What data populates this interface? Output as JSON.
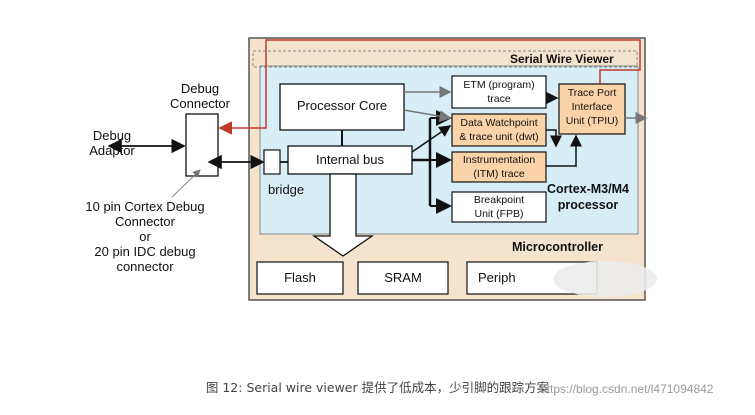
{
  "diagram": {
    "serial_wire_viewer": "Serial Wire Viewer",
    "debug_connector_line1": "Debug",
    "debug_connector_line2": "Connector",
    "debug_adaptor_line1": "Debug",
    "debug_adaptor_line2": "Adaptor",
    "connector_note": [
      "10 pin Cortex Debug",
      "Connector",
      "or",
      "20 pin IDC debug",
      "connector"
    ],
    "processor_core": "Processor Core",
    "internal_bus": "Internal bus",
    "bridge": "bridge",
    "etm_line1": "ETM (program)",
    "etm_line2": "trace",
    "dwt_line1": "Data Watchpoint",
    "dwt_line2": "& trace unit (dwt)",
    "itm_line1": "Instrumentation",
    "itm_line2": "(ITM) trace",
    "fpb_line1": "Breakpoint",
    "fpb_line2": "Unit (FPB)",
    "tpiu_line1": "Trace Port",
    "tpiu_line2": "Interface",
    "tpiu_line3": "Unit (TPIU)",
    "cortex_line1": "Cortex-M3/M4",
    "cortex_line2": "processor",
    "microcontroller": "Microcontroller",
    "flash": "Flash",
    "sram": "SRAM",
    "peripherals": "Periph"
  },
  "caption": "图 12: Serial wire viewer 提供了低成本，少引脚的跟踪方案",
  "watermark": "https://blog.csdn.net/l471094842",
  "colors": {
    "microcontroller_fill": "#f4e4ce",
    "processor_fill": "#d8eef6",
    "orange_fill": "#fbd3a8",
    "trace_red": "#c0392b"
  }
}
